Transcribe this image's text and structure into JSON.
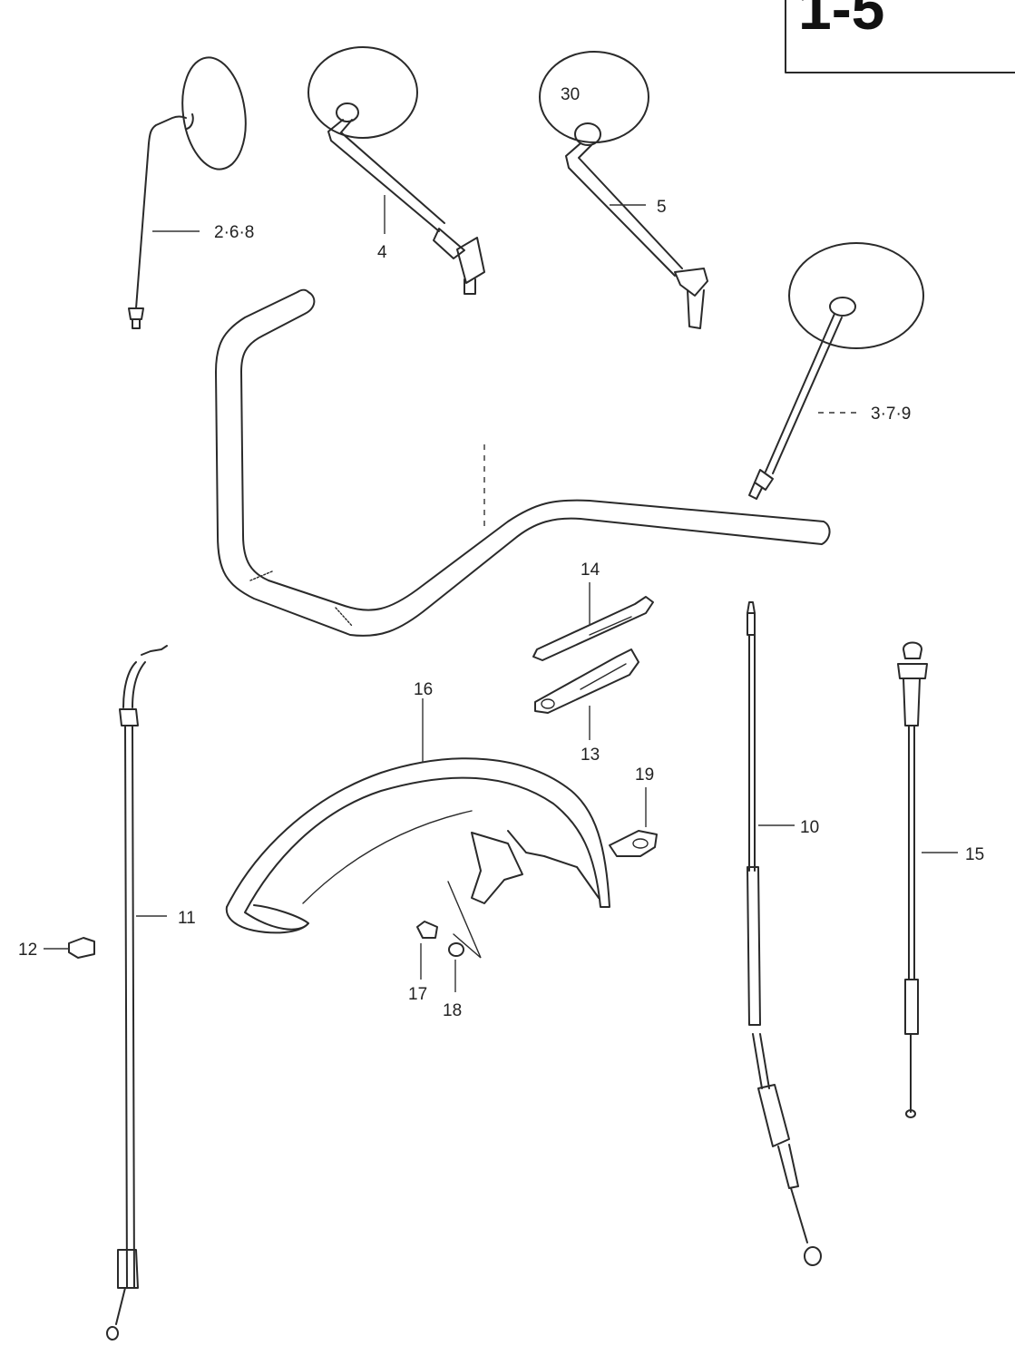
{
  "plate": {
    "label": "1-5"
  },
  "callouts": {
    "mirror_left": "2·6·8",
    "mirror_4": "4",
    "mirror_5": "5",
    "mirror_right": "3·7·9",
    "handlebar_bracket_14": "14",
    "handlebar_bracket_13": "13",
    "fender": "16",
    "stay": "19",
    "clutch_cable": "10",
    "throttle_cable": "11",
    "cable_clip": "12",
    "choke_cable": "15",
    "bolt": "17",
    "nut": "18"
  }
}
